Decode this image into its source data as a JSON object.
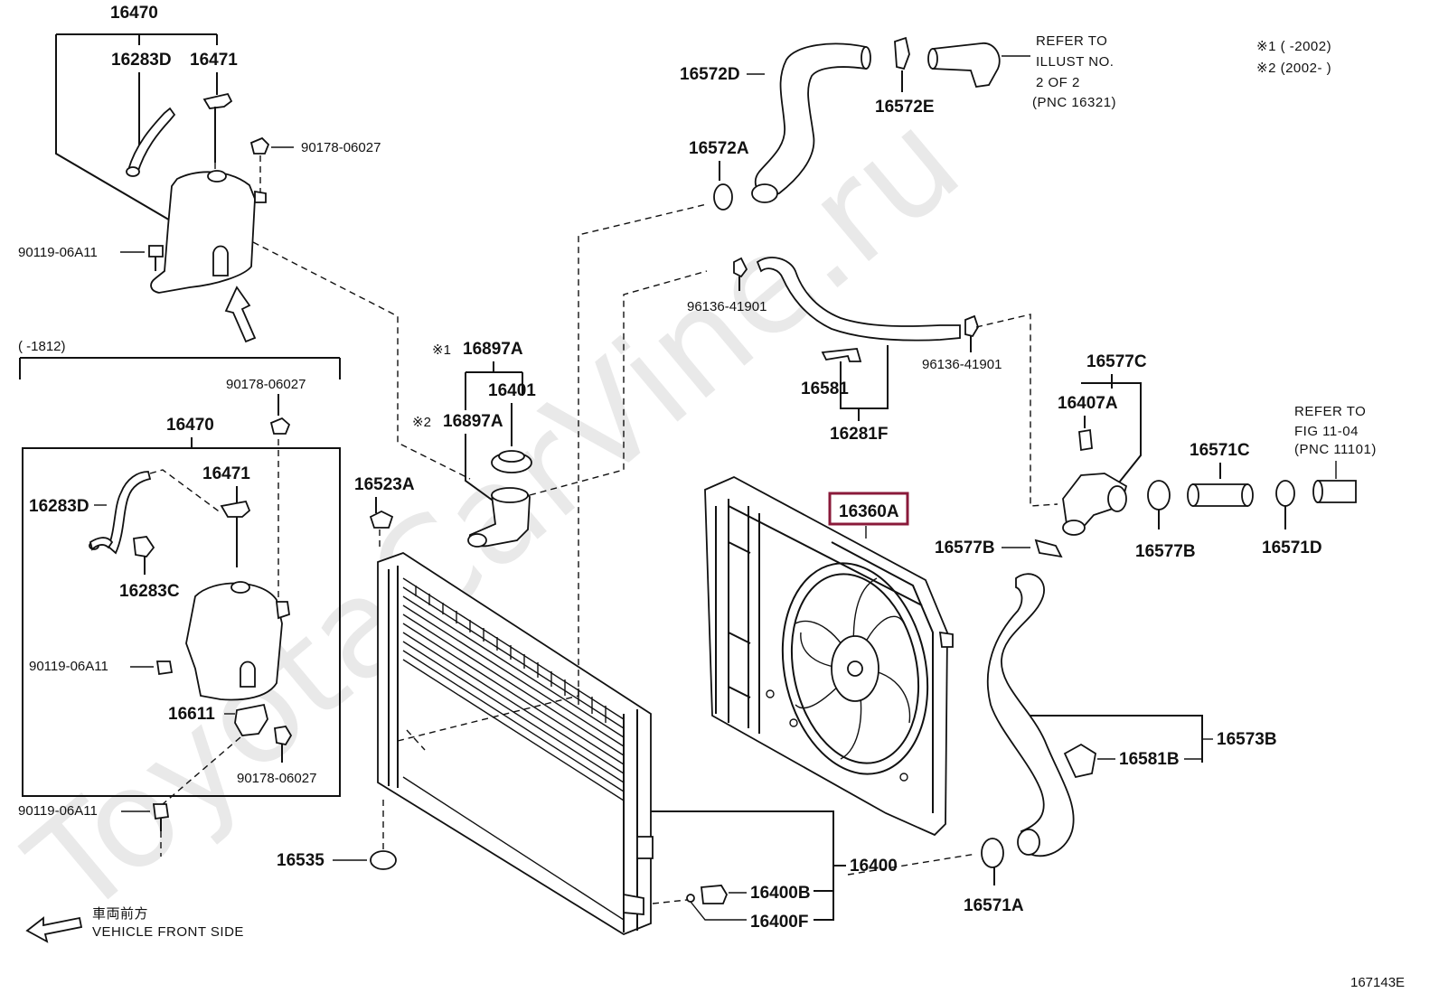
{
  "watermark": "ToyotaCarVine.ru",
  "diagram_id": "167143E",
  "front_note": {
    "jp": "車両前方",
    "en": "VEHICLE FRONT SIDE"
  },
  "legend": {
    "l1": "※1 (      -2002)",
    "l2": "※2 (2002-      )"
  },
  "refer1": {
    "a": "REFER TO",
    "b": "ILLUST NO.",
    "c": "2 OF 2",
    "d": "(PNC 16321)"
  },
  "refer2": {
    "a": "REFER TO",
    "b": "FIG 11-04",
    "c": "(PNC 11101)"
  },
  "box_range": "(      -1812)",
  "highlight": "16360A",
  "parts": {
    "p16470a": "16470",
    "p16283Da": "16283D",
    "p16471a": "16471",
    "p90178a": "90178-06027",
    "p90119a": "90119-06A11",
    "p16470b": "16470",
    "p90178b": "90178-06027",
    "p16471b": "16471",
    "p16283Db": "16283D",
    "p16283C": "16283C",
    "p90119b": "90119-06A11",
    "p16611": "16611",
    "p90178c": "90178-06027",
    "p90119c": "90119-06A11",
    "p16535": "16535",
    "p16523A": "16523A",
    "p16897A1": "16897A",
    "p16401": "16401",
    "p16897A2": "16897A",
    "pm1": "※1",
    "pm2": "※2",
    "p16572D": "16572D",
    "p16572E": "16572E",
    "p16572A": "16572A",
    "p96136a": "96136-41901",
    "p96136b": "96136-41901",
    "p16581": "16581",
    "p16281F": "16281F",
    "p16577C": "16577C",
    "p16407A": "16407A",
    "p16577Ba": "16577B",
    "p16577Bb": "16577B",
    "p16571C": "16571C",
    "p16571D": "16571D",
    "p16573B": "16573B",
    "p16581B": "16581B",
    "p16571A": "16571A",
    "p16400": "16400",
    "p16400B": "16400B",
    "p16400F": "16400F"
  }
}
